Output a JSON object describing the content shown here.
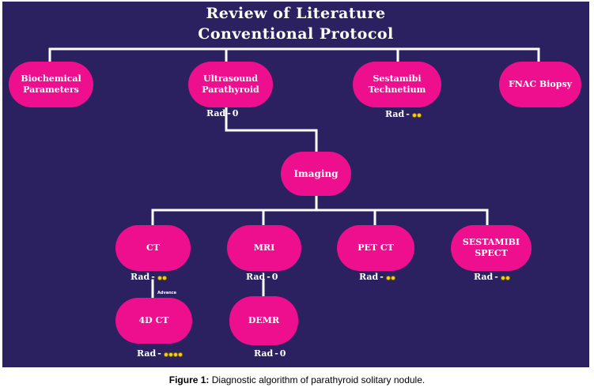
{
  "title": {
    "line1": "Review of Literature",
    "line2": "Conventional Protocol"
  },
  "top_nodes": [
    {
      "label": "Biochemical Parameters"
    },
    {
      "label": "Ultrasound Parathyroid"
    },
    {
      "label": "Sestamibi Technetium"
    },
    {
      "label": "FNAC Biopsy"
    }
  ],
  "center_node": {
    "label": "Imaging"
  },
  "imaging_nodes": [
    {
      "label": "CT"
    },
    {
      "label": "MRI"
    },
    {
      "label": "PET CT"
    },
    {
      "label": "SESTAMIBI SPECT"
    }
  ],
  "sub_nodes": [
    {
      "label": "4D CT"
    },
    {
      "label": "DEMR"
    }
  ],
  "rad_labels": {
    "ultrasound": {
      "prefix": "Rad",
      "value": "0"
    },
    "sestamibi_tc": {
      "prefix": "Rad",
      "hazard_count": 2
    },
    "ct": {
      "prefix": "Rad",
      "hazard_count": 2
    },
    "mri": {
      "prefix": "Rad",
      "value": "0"
    },
    "pet_ct": {
      "prefix": "Rad",
      "hazard_count": 2
    },
    "spect": {
      "prefix": "Rad",
      "hazard_count": 2
    },
    "ct4d": {
      "prefix": "Rad",
      "hazard_count": 4
    },
    "demr": {
      "prefix": "Rad",
      "value": "0"
    }
  },
  "advance_label": "Advance",
  "hazard_icon": "radiation-hazard-icon",
  "colors": {
    "background": "#2b2160",
    "node": "#ee0f8f",
    "line": "#ffffff",
    "hazard": "#f4d21c"
  },
  "caption": {
    "label": "Figure 1:",
    "text": " Diagnostic algorithm of parathyroid solitary nodule."
  }
}
